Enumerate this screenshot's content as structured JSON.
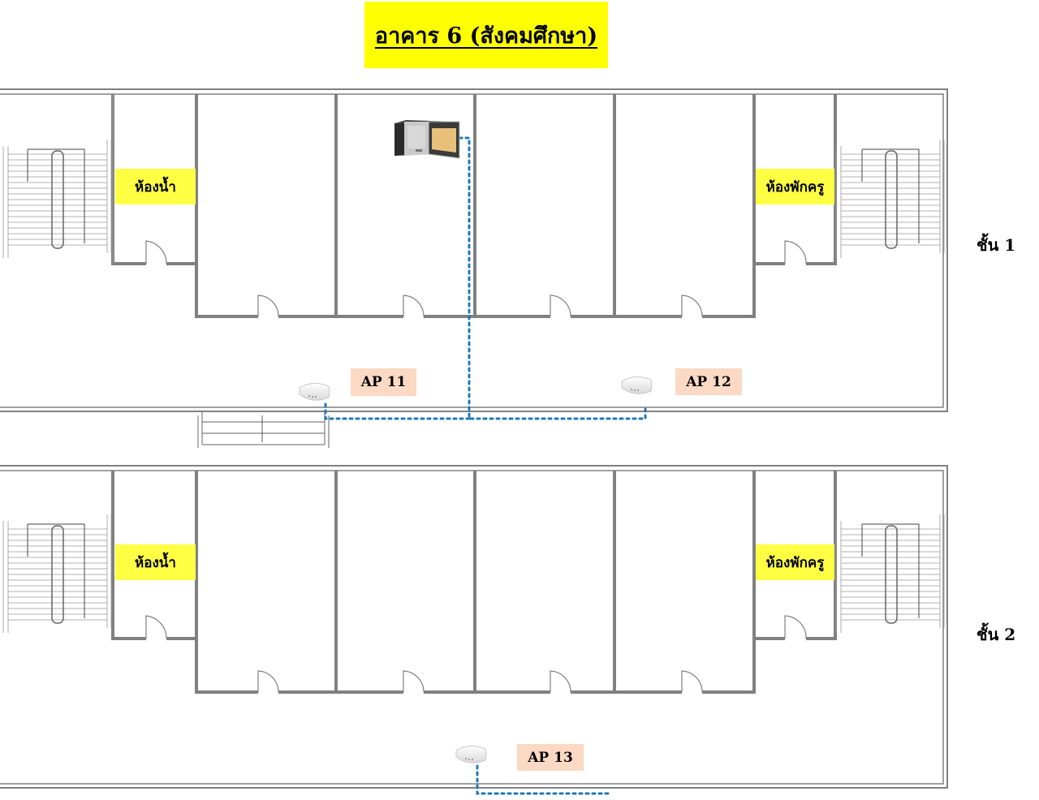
{
  "title": "อาคาร 6 (สังคมศึกษา)",
  "colors": {
    "title_bg": "#ffff00",
    "room_label_bg": "#ffff44",
    "ap_label_bg": "#fbd9c4",
    "wall": "#808080",
    "cable": "#1f78b4"
  },
  "floors": [
    {
      "label": "ชั้น 1",
      "rooms": {
        "restroom": "ห้องน้ำ",
        "teacher_room": "ห้องพักครู"
      },
      "devices": [
        {
          "type": "server-rack-icon"
        },
        {
          "type": "access-point-icon",
          "label": "AP 11"
        },
        {
          "type": "access-point-icon",
          "label": "AP 12"
        }
      ]
    },
    {
      "label": "ชั้น 2",
      "rooms": {
        "restroom": "ห้องน้ำ",
        "teacher_room": "ห้องพักครู"
      },
      "devices": [
        {
          "type": "access-point-icon",
          "label": "AP 13"
        }
      ]
    }
  ]
}
